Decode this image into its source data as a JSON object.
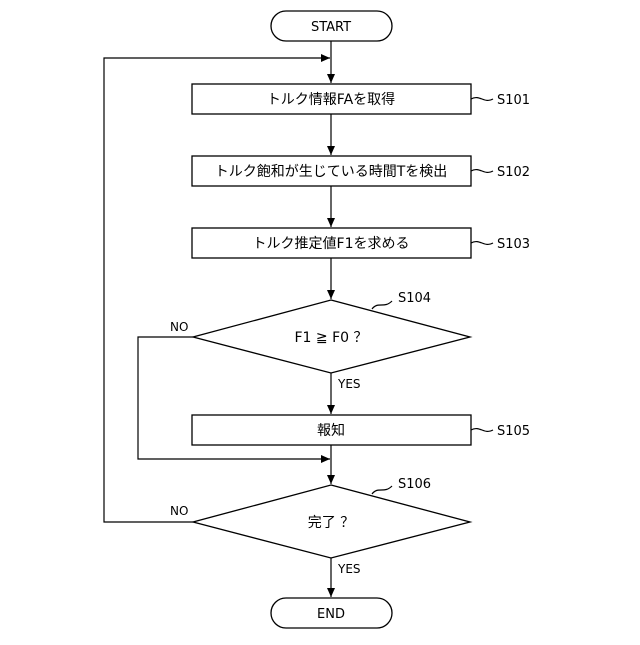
{
  "flowchart": {
    "start": "START",
    "end": "END",
    "steps": [
      {
        "id": "S101",
        "text": "トルク情報FAを取得"
      },
      {
        "id": "S102",
        "text": "トルク飽和が生じている時間Tを検出"
      },
      {
        "id": "S103",
        "text": "トルク推定値F1を求める"
      },
      {
        "id": "S105",
        "text": "報知"
      }
    ],
    "decisions": [
      {
        "id": "S104",
        "text": "F1 ≧ F0 ？",
        "yes": "YES",
        "no": "NO"
      },
      {
        "id": "S106",
        "text": "完了 ？",
        "yes": "YES",
        "no": "NO"
      }
    ]
  }
}
